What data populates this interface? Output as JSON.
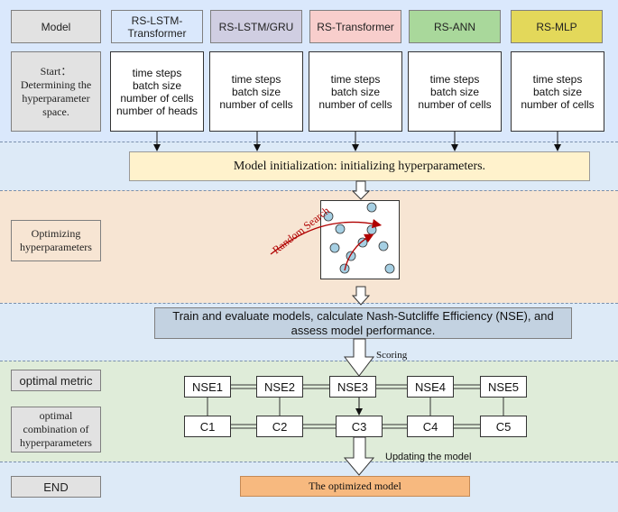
{
  "header": {
    "model_label": "Model",
    "models": [
      {
        "name": "RS-LSTM-\nTransformer",
        "color": "#dae8fc"
      },
      {
        "name": "RS-LSTM/GRU",
        "color": "#d0cee2"
      },
      {
        "name": "RS-Transformer",
        "color": "#f8cecc"
      },
      {
        "name": "RS-ANN",
        "color": "#a9d89b"
      },
      {
        "name": "RS-MLP",
        "color": "#e3d85a"
      }
    ]
  },
  "start": {
    "label": "Start： Determining the hyperparameter space.",
    "params": [
      "time steps\nbatch size\nnumber of cells\nnumber of heads",
      "time steps\nbatch size\nnumber of cells",
      "time steps\nbatch size\nnumber of cells",
      "time steps\nbatch size\nnumber of cells",
      "time steps\nbatch size\nnumber of cells"
    ]
  },
  "init": {
    "label": "Model initialization: initializing hyperparameters."
  },
  "optimizing": {
    "label": "Optimizing hyperparameters",
    "search_label": "Random Search"
  },
  "train": {
    "label": "Train and evaluate models, calculate Nash-Sutcliffe Efficiency (NSE), and assess model performance.",
    "scoring_label": "Scoring"
  },
  "metrics": {
    "optimal_metric_label": "optimal metric",
    "optimal_combination_label": "optimal combination of hyperparameters",
    "nse": [
      "NSE1",
      "NSE2",
      "NSE3",
      "NSE4",
      "NSE5"
    ],
    "combos": [
      "C1",
      "C2",
      "C3",
      "C4",
      "C5"
    ],
    "updating_label": "Updating the model"
  },
  "end": {
    "label": "END",
    "result_label": "The optimized model"
  },
  "colors": {
    "top_band": "#dae8fc",
    "init_band": "#ddeaf7",
    "opt_band": "#f7e5d3",
    "train_band": "#ddeaf7",
    "metric_band": "#dfecd9",
    "end_band": "#ddeaf7",
    "init_box": "#fff2cc",
    "train_box": "#c3d2e1",
    "result_box": "#f7b97f",
    "dot_fill": "#a5cfe3",
    "search_curve": "#b00000"
  }
}
